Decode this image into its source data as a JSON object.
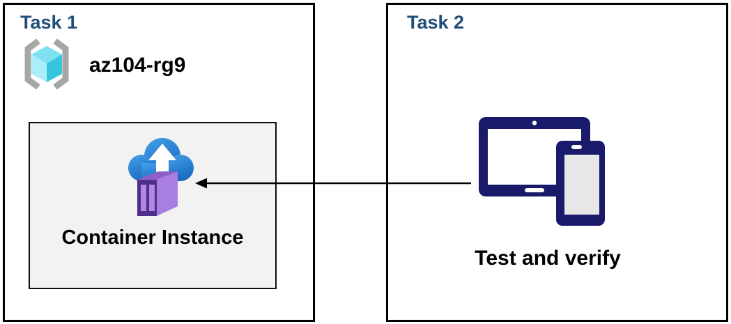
{
  "task1": {
    "title": "Task 1",
    "resource_group": {
      "name": "az104-rg9",
      "icon": "azure-resource-group-icon"
    },
    "container_instance": {
      "label": "Container Instance",
      "icon": "azure-container-instances-icon"
    }
  },
  "task2": {
    "title": "Task 2",
    "caption": "Test and verify",
    "icon": "devices-tablet-phone-icon"
  },
  "arrow": {
    "from": "task2-devices",
    "to": "task1-container-instance",
    "direction": "right-to-left",
    "style": "solid-black-line-with-filled-arrowhead"
  },
  "colors": {
    "task_title_blue": "#1F4E79",
    "box_border": "#000000",
    "container_box_fill": "#F2F2F2",
    "device_navy": "#1A1A6B",
    "device_phone_screen": "#E7E7E7",
    "cloud_blue_light": "#44A0EA",
    "cloud_blue_dark": "#1C6CC0",
    "container_purple_frame": "#4F2F8C",
    "container_purple_panel": "#B286E6",
    "container_purple_side": "#A87EE3",
    "container_purple_top": "#8E5FC9",
    "cube_cyan_top": "#7FE0F2",
    "cube_cyan_left": "#ABEEF9",
    "cube_cyan_right": "#38C5DE",
    "bracket_gray": "#A6A6A6",
    "text_black": "#000000"
  }
}
